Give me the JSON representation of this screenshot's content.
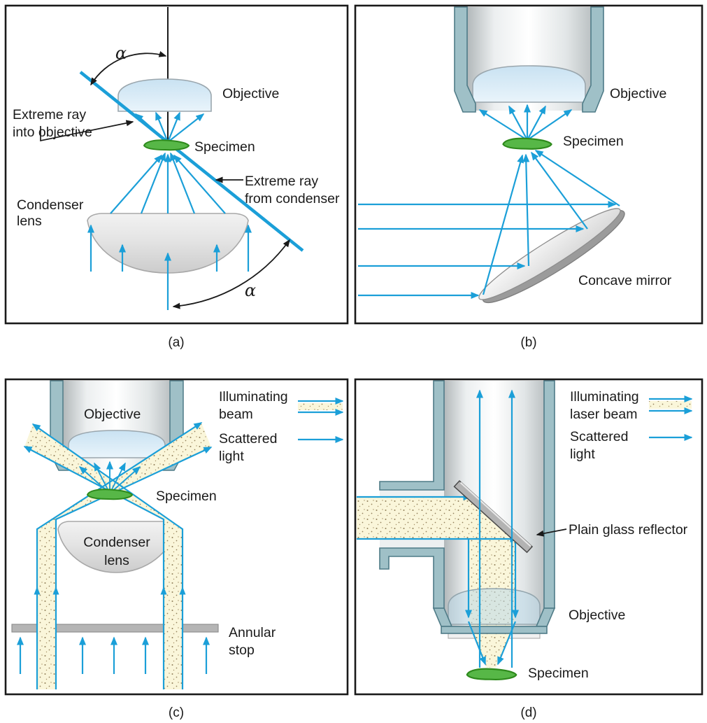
{
  "figure": {
    "description": "Microscope illumination techniques diagram, four panels",
    "colors": {
      "ray_blue": "#1b9fd8",
      "specimen_green": "#57b747",
      "specimen_outline": "#2e8a1c",
      "cream_beam": "#faf6da",
      "teal_wall": "#9fc0c7",
      "stop_gray": "#b5b5b5",
      "ink": "#1a1a1a"
    },
    "panels": {
      "a": {
        "caption": "(a)",
        "alpha": "α",
        "objective": "Objective",
        "extreme_into_l1": "Extreme ray",
        "extreme_into_l2": "into objective",
        "specimen": "Specimen",
        "extreme_from_l1": "Extreme ray",
        "extreme_from_l2": "from condenser",
        "condenser_l1": "Condenser",
        "condenser_l2": "lens"
      },
      "b": {
        "caption": "(b)",
        "objective": "Objective",
        "specimen": "Specimen",
        "mirror": "Concave mirror"
      },
      "c": {
        "caption": "(c)",
        "objective": "Objective",
        "specimen": "Specimen",
        "condenser_l1": "Condenser",
        "condenser_l2": "lens",
        "annular_l1": "Annular",
        "annular_l2": "stop",
        "legend_illum_l1": "Illuminating",
        "legend_illum_l2": "beam",
        "legend_scatter_l1": "Scattered",
        "legend_scatter_l2": "light"
      },
      "d": {
        "caption": "(d)",
        "objective": "Objective",
        "specimen": "Specimen",
        "reflector": "Plain glass reflector",
        "legend_illum_l1": "Illuminating",
        "legend_illum_l2": "laser beam",
        "legend_scatter_l1": "Scattered",
        "legend_scatter_l2": "light"
      }
    }
  }
}
